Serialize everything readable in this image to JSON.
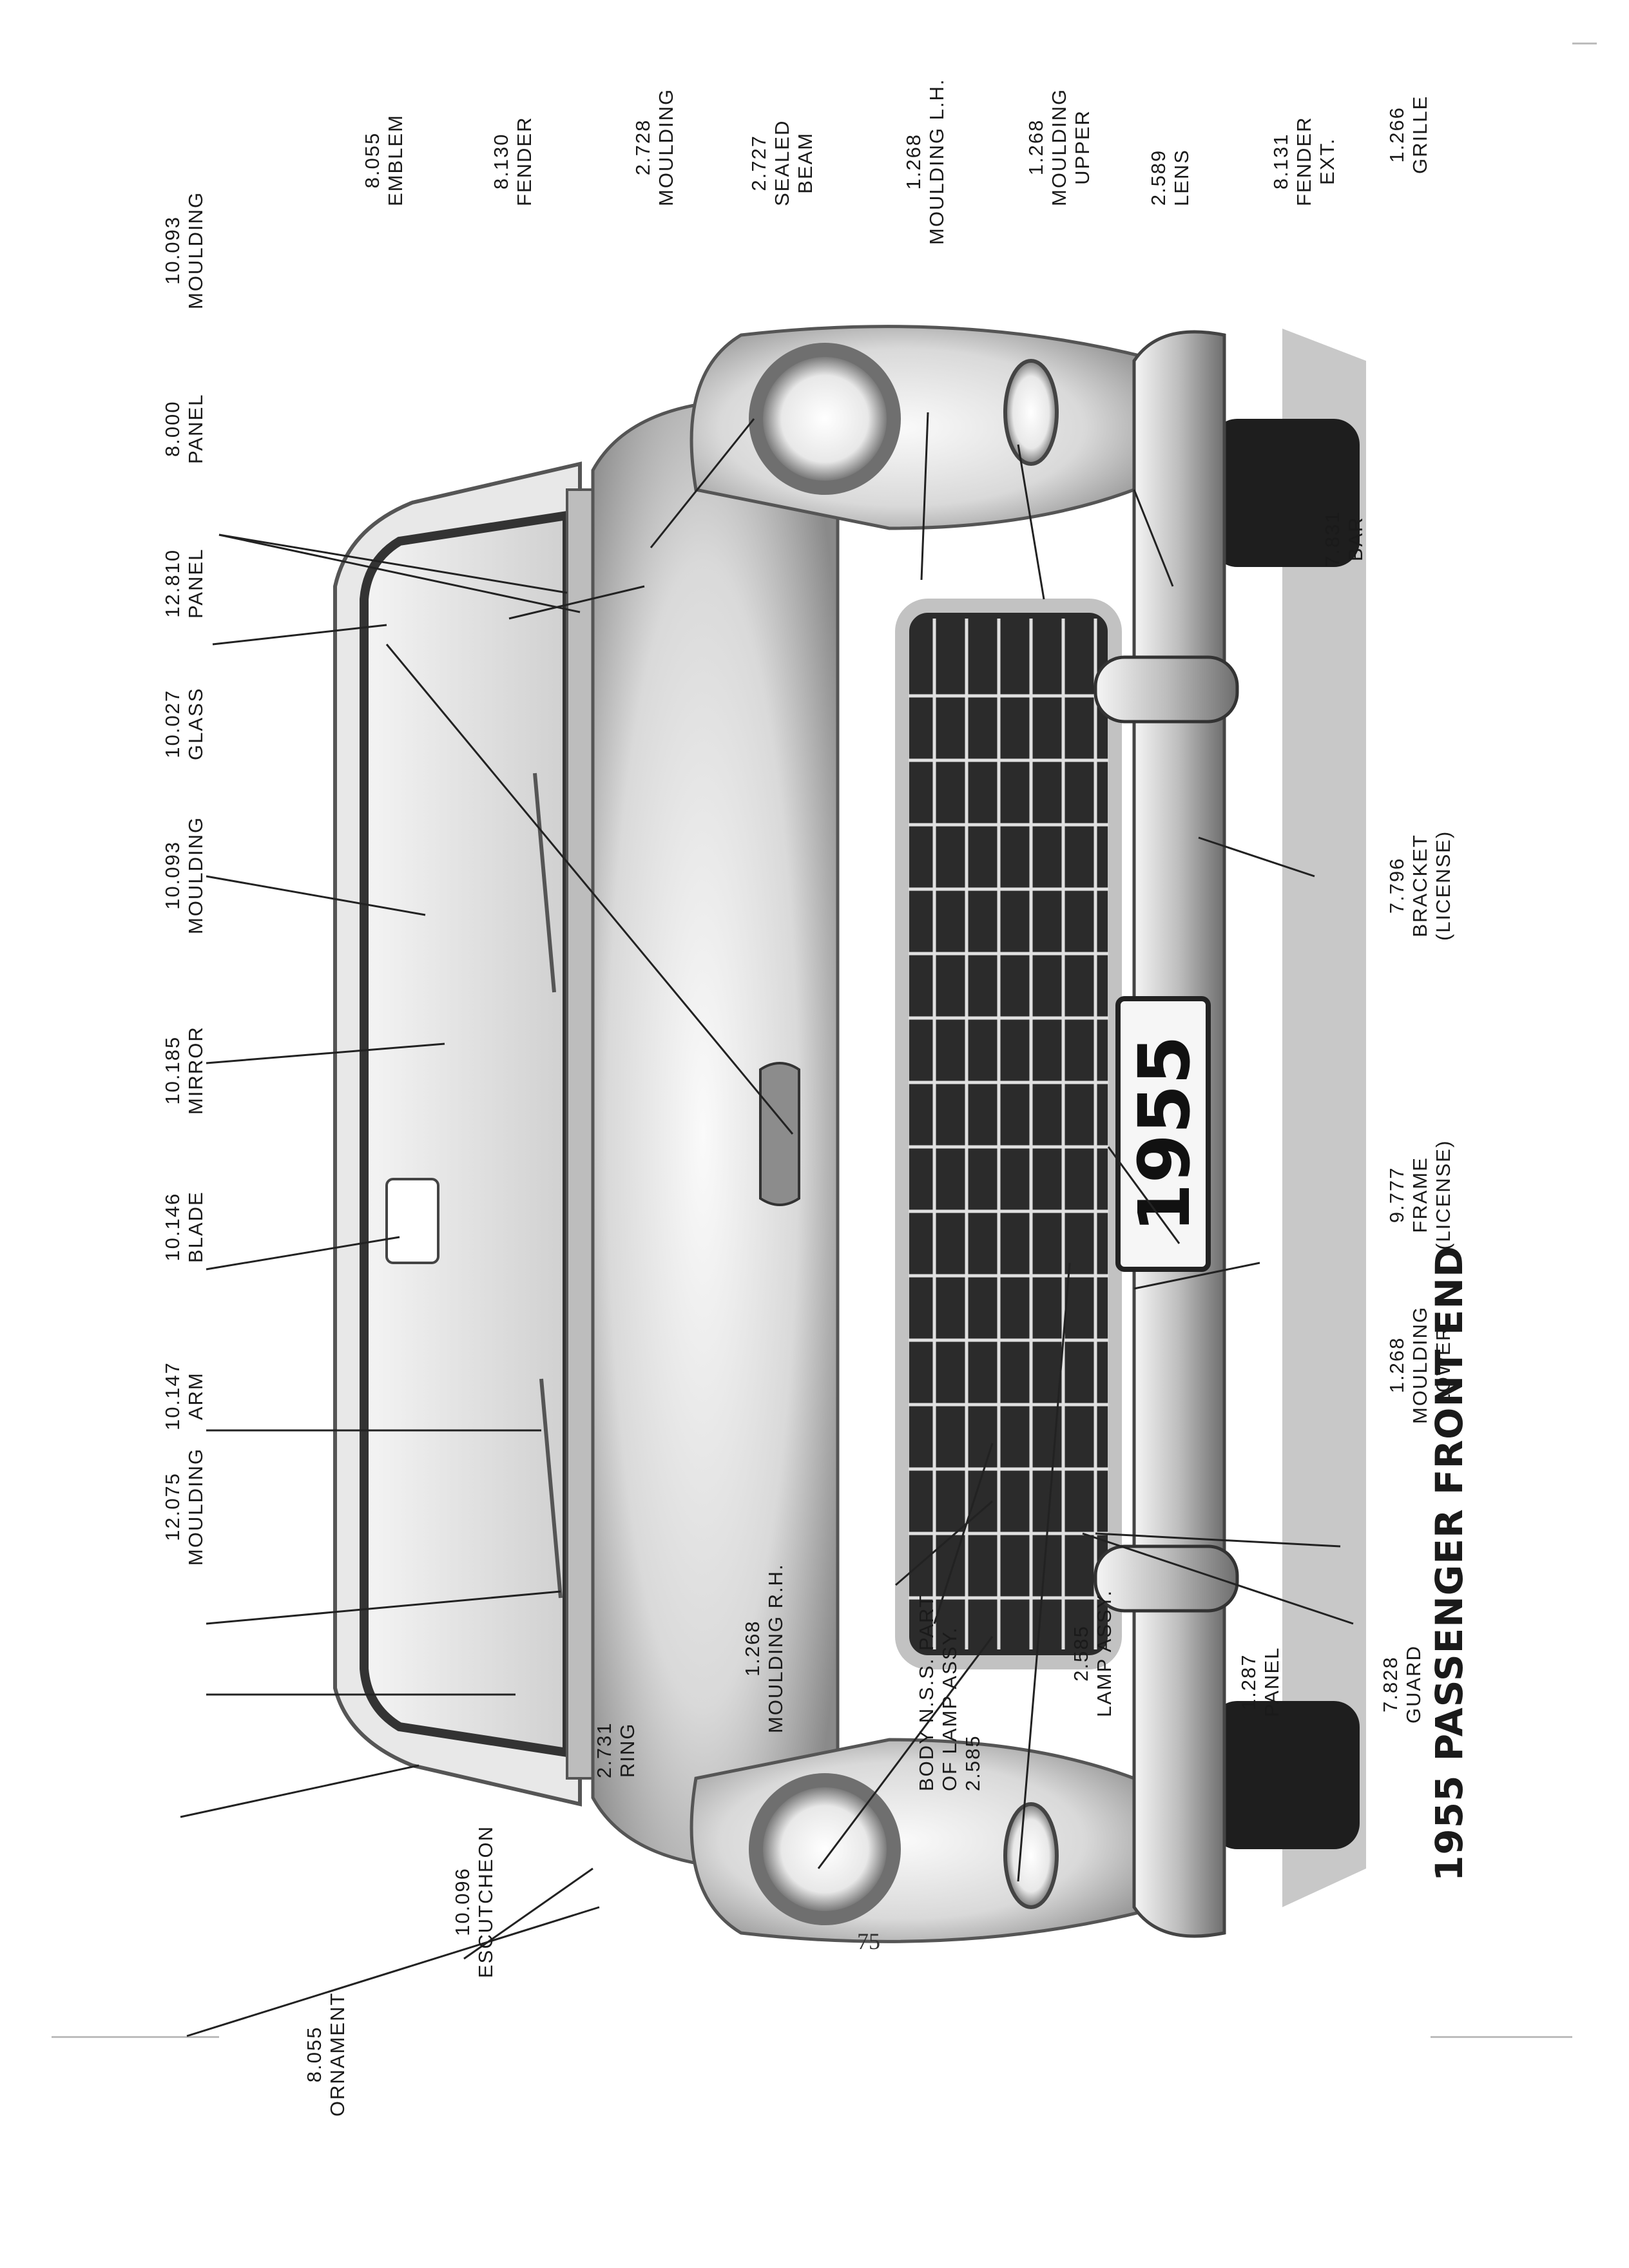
{
  "page": {
    "title": "1955 PASSENGER FRONT END",
    "page_number": "75",
    "plate_text": "1955"
  },
  "callouts": [
    {
      "id": "ornament-8055",
      "lines": [
        "8.055",
        "ORNAMENT"
      ]
    },
    {
      "id": "escutcheon-10096",
      "lines": [
        "10.096",
        "ESCUTCHEON"
      ]
    },
    {
      "id": "ring-2731",
      "lines": [
        "2.731",
        "RING"
      ]
    },
    {
      "id": "moulding-rh-1268",
      "lines": [
        "1.268",
        "MOULDING R.H."
      ]
    },
    {
      "id": "body-nss",
      "lines": [
        "BODY N.S.S. PART",
        "OF LAMP ASSY.",
        "2.585"
      ]
    },
    {
      "id": "lamp-assy-2585",
      "lines": [
        "2.585",
        "LAMP ASSY."
      ]
    },
    {
      "id": "panel-1287",
      "lines": [
        "1.287",
        "PANEL"
      ]
    },
    {
      "id": "guard-7828",
      "lines": [
        "7.828",
        "GUARD"
      ]
    },
    {
      "id": "moulding-12075",
      "lines": [
        "12.075",
        "MOULDING"
      ]
    },
    {
      "id": "arm-10147",
      "lines": [
        "10.147",
        "ARM"
      ]
    },
    {
      "id": "blade-10146",
      "lines": [
        "10.146",
        "BLADE"
      ]
    },
    {
      "id": "mirror-10185",
      "lines": [
        "10.185",
        "MIRROR"
      ]
    },
    {
      "id": "moulding-10093-a",
      "lines": [
        "10.093",
        "MOULDING"
      ]
    },
    {
      "id": "glass-10027",
      "lines": [
        "10.027",
        "GLASS"
      ]
    },
    {
      "id": "panel-12810",
      "lines": [
        "12.810",
        "PANEL"
      ]
    },
    {
      "id": "panel-8000",
      "lines": [
        "8.000",
        "PANEL"
      ]
    },
    {
      "id": "moulding-10093-b",
      "lines": [
        "10.093",
        "MOULDING"
      ]
    },
    {
      "id": "emblem-8055",
      "lines": [
        "8.055",
        "EMBLEM"
      ]
    },
    {
      "id": "fender-8130",
      "lines": [
        "8.130",
        "FENDER"
      ]
    },
    {
      "id": "moulding-2728",
      "lines": [
        "2.728",
        "MOULDING"
      ]
    },
    {
      "id": "sealed-beam-2727",
      "lines": [
        "2.727",
        "SEALED",
        "BEAM"
      ]
    },
    {
      "id": "moulding-lh-1268",
      "lines": [
        "1.268",
        "MOULDING L.H."
      ]
    },
    {
      "id": "moulding-upper-1268",
      "lines": [
        "1.268",
        "MOULDING",
        "UPPER"
      ]
    },
    {
      "id": "lens-2589",
      "lines": [
        "2.589",
        "LENS"
      ]
    },
    {
      "id": "fender-ext-8131",
      "lines": [
        "8.131",
        "FENDER",
        "EXT."
      ]
    },
    {
      "id": "grille-1266",
      "lines": [
        "1.266",
        "GRILLE"
      ]
    },
    {
      "id": "bar-7831",
      "lines": [
        "7.831",
        "BAR"
      ]
    },
    {
      "id": "bracket-7796",
      "lines": [
        "7.796",
        "BRACKET",
        "(LICENSE)"
      ]
    },
    {
      "id": "frame-9777",
      "lines": [
        "9.777",
        "FRAME",
        "(LICENSE)"
      ]
    },
    {
      "id": "moulding-lower-1268",
      "lines": [
        "1.268",
        "MOULDING",
        "LOWER"
      ]
    }
  ]
}
